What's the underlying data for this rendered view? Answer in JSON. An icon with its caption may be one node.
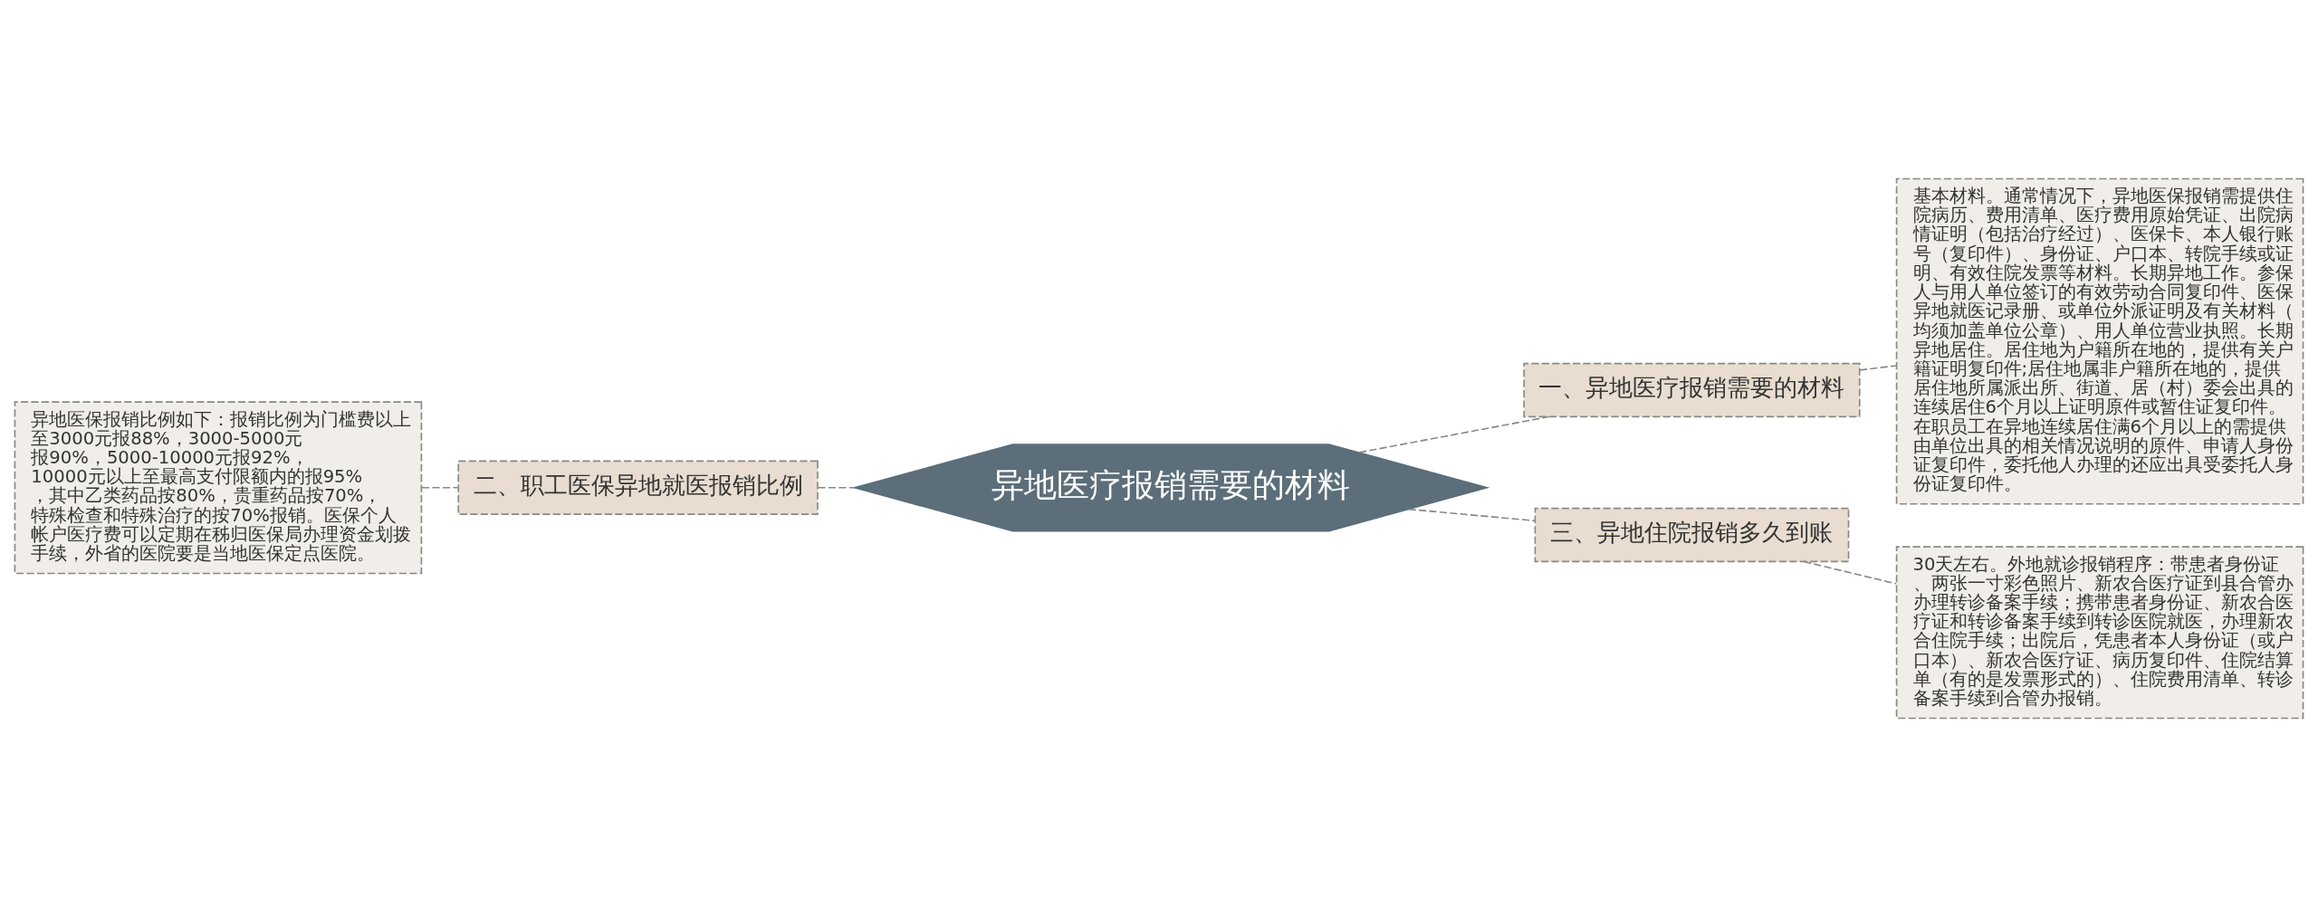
{
  "diagram": {
    "nodes": [
      {
        "text": [
          "异地医保报销比例如下：报销比例为门槛费以上至3000元报88%，3000-5000元报90%，5000-10000元报92%，10000元以上至最高支付限额内的报95%，其中乙类药品按80%，贵重药品按70%，特殊检查和特殊治疗的按70%报销。医保个人帐户医疗费可以定期在秭归医保局办理资金划拨手续，外省的医院要是当地医保定点医院。"
        ]
      },
      {
        "text": [
          "二、职工医保异地就医报销比例"
        ]
      },
      {
        "text": [
          "异地医疗报销需要的材料"
        ]
      },
      {
        "text": [
          "一、异地医疗报销需要的材料"
        ]
      },
      {
        "text": [
          "基本材料。通常情况下，异地医保报销需提供住院病历、费用清单、医疗费用原始凭证、出院病情证明（包括治疗经过）、医保卡、本人银行账号（复印件）、身份证、户口本、转院手续或证明、有效住院发票等材料。长期异地工作。参保人与用人单位签订的有效劳动合同复印件、医保异地就医记录册、或单位外派证明及有关材料（均须加盖单位公章）、用人单位营业执照。长期异地居住。居住地为户籍所在地的，提供有关户籍证明复印件;居住地属非户籍所在地的，提供居住地所属派出所、街道、居（村）委会出具的连续居住6个月以上证明原件或暂住证复印件。在职员工在异地连续居住满6个月以上的需提供由单位出具的相关情况说明的原件、申请人身份证复印件，委托他人办理的还应出具受委托人身份证复印件。"
        ]
      },
      {
        "text": [
          "三、异地住院报销多久到账"
        ]
      },
      {
        "text": [
          "30天左右。外地就诊报销程序：带患者身份证、两张一寸彩色照片、新农合医疗证到县合管办办理转诊备案手续；携带患者身份证、新农合医疗证和转诊备案手续到转诊医院就医，办理新农合住院手续；出院后，凭患者本人身份证（或户口本）、新农合医疗证、病历复印件、住院结算单（有的是发票形式的）、住院费用清单、转诊备案手续到合管办报销。"
        ]
      }
    ],
    "edges": [
      {
        "from": 0,
        "to": 1,
        "arrow": "none"
      },
      {
        "from": 1,
        "to": 2,
        "arrow": "none"
      },
      {
        "from": 2,
        "to": 3,
        "arrow": "none"
      },
      {
        "from": 3,
        "to": 4,
        "arrow": "none"
      },
      {
        "from": 2,
        "to": 5,
        "arrow": "none"
      },
      {
        "from": 5,
        "to": 6,
        "arrow": "none"
      }
    ]
  }
}
